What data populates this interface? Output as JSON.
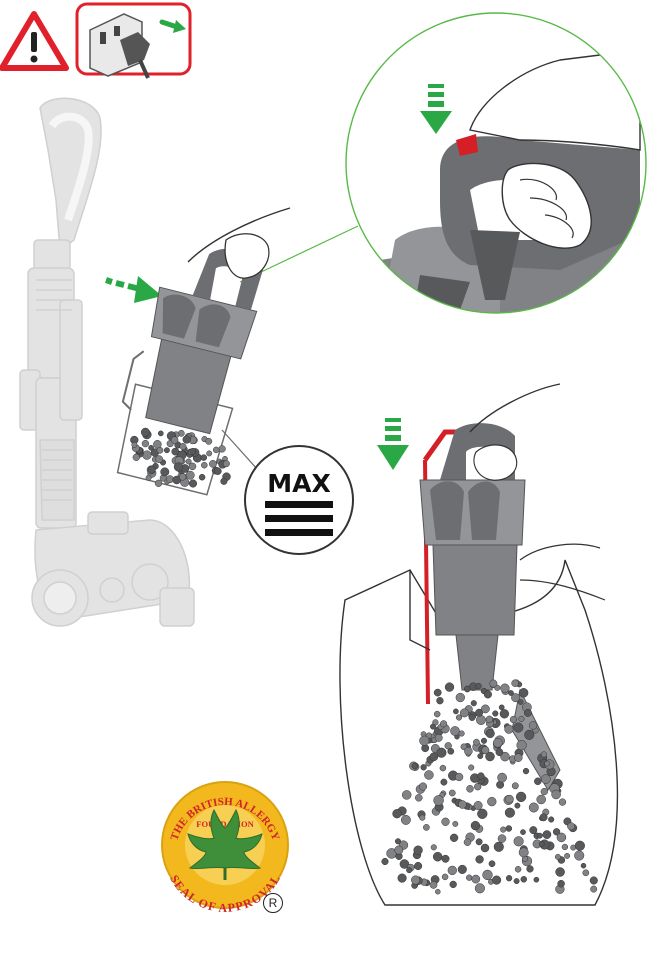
{
  "warning": {
    "icon": "warning-triangle-icon",
    "color": "#e0202a"
  },
  "unplug": {
    "icon": "unplug-from-socket-icon",
    "border_color": "#e0202a",
    "arrow_color": "#2aa845"
  },
  "max_label": "MAX",
  "seal": {
    "top_text": "THE BRITISH ALLERGY",
    "middle_text": "FOUNDATION",
    "bottom_text": "SEAL OF APPROVAL",
    "registered_mark": "R",
    "ring_color": "#f2b81e",
    "text_color": "#d2232a",
    "leaf_color": "#3f8e3a"
  },
  "colors": {
    "accent_green": "#2aa845",
    "accent_red": "#d51f26",
    "bin_grey": "#7d7f82",
    "ghost_grey": "#e3e3e3"
  }
}
